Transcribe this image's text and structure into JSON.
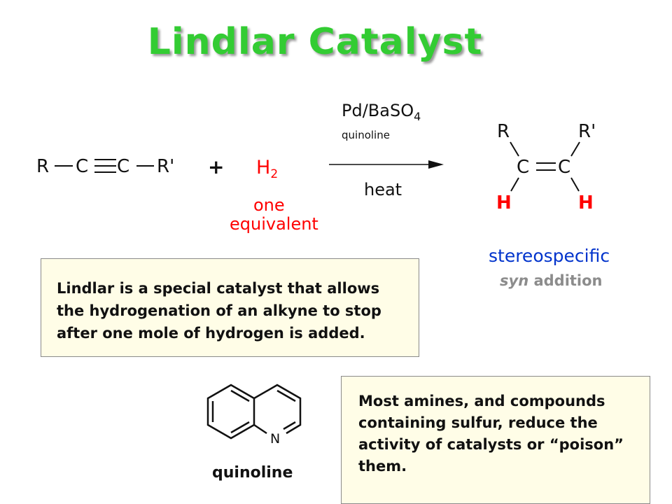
{
  "title": "Lindlar Catalyst",
  "reaction": {
    "reactant": {
      "r": "R",
      "c1": "C",
      "c2": "C",
      "r_prime": "R'"
    },
    "plus": "+",
    "reagent": {
      "main": "H",
      "sub": "2",
      "note_line1": "one",
      "note_line2": "equivalent"
    },
    "catalyst": {
      "main": "Pd/BaSO",
      "sub": "4",
      "additive": "quinoline",
      "condition": "heat"
    },
    "product": {
      "r": "R",
      "r_prime": "R'",
      "c1": "C",
      "c2": "C",
      "h1": "H",
      "h2": "H"
    },
    "stereo": {
      "line1": "stereospecific",
      "syn": "syn",
      "addition": "addition"
    }
  },
  "lindlar_note": "Lindlar is a special catalyst that allows the hydrogenation of an alkyne to stop after one mole of hydrogen is added.",
  "quinoline": {
    "atom": "N",
    "label": "quinoline"
  },
  "poison_note": "Most amines, and compounds containing sulfur, reduce the activity of catalysts or “poison” them.",
  "colors": {
    "title": "#33cc33",
    "red": "#ff0000",
    "blue": "#0033cc",
    "box_fill": "#fffde7"
  }
}
